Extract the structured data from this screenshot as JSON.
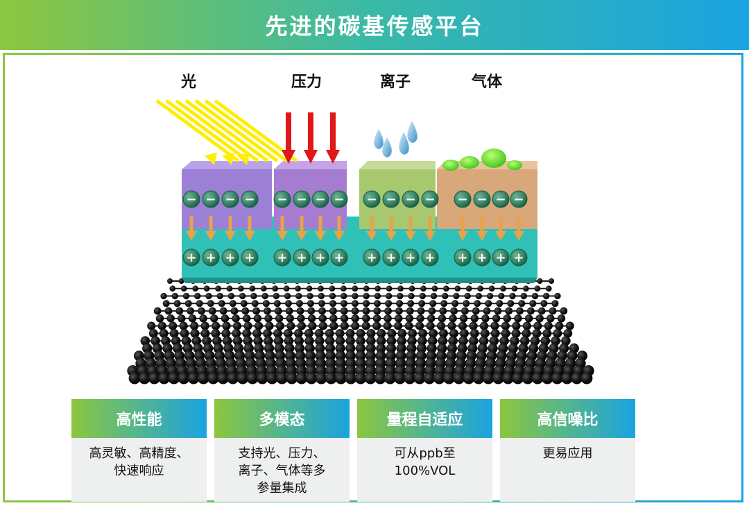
{
  "title": "先进的碳基传感平台",
  "stimuli": [
    {
      "label": "光"
    },
    {
      "label": "压力"
    },
    {
      "label": "离子"
    },
    {
      "label": "气体"
    }
  ],
  "symbols": {
    "negative": "−",
    "positive": "+"
  },
  "features": [
    {
      "title": "高性能",
      "desc": "高灵敏、高精度、\n快速响应"
    },
    {
      "title": "多模态",
      "desc": "支持光、压力、\n离子、气体等多\n参量集成"
    },
    {
      "title": "量程自适应",
      "desc": "可从ppb至\n100%VOL"
    },
    {
      "title": "高信噪比",
      "desc": "更易应用"
    }
  ],
  "colors": {
    "banner_start": "#8cc63f",
    "banner_end": "#1aa3e0",
    "light_block": "#9b80d6",
    "pressure_block": "#a57cd0",
    "ion_block": "#a8c870",
    "gas_block": "#d8a77a",
    "substrate": "#2fc0b8",
    "charge_ball": "#2f7f5f",
    "arrow_orange": "#e8a24a",
    "arrow_red": "#e01818",
    "light_ray": "#ffee00"
  }
}
